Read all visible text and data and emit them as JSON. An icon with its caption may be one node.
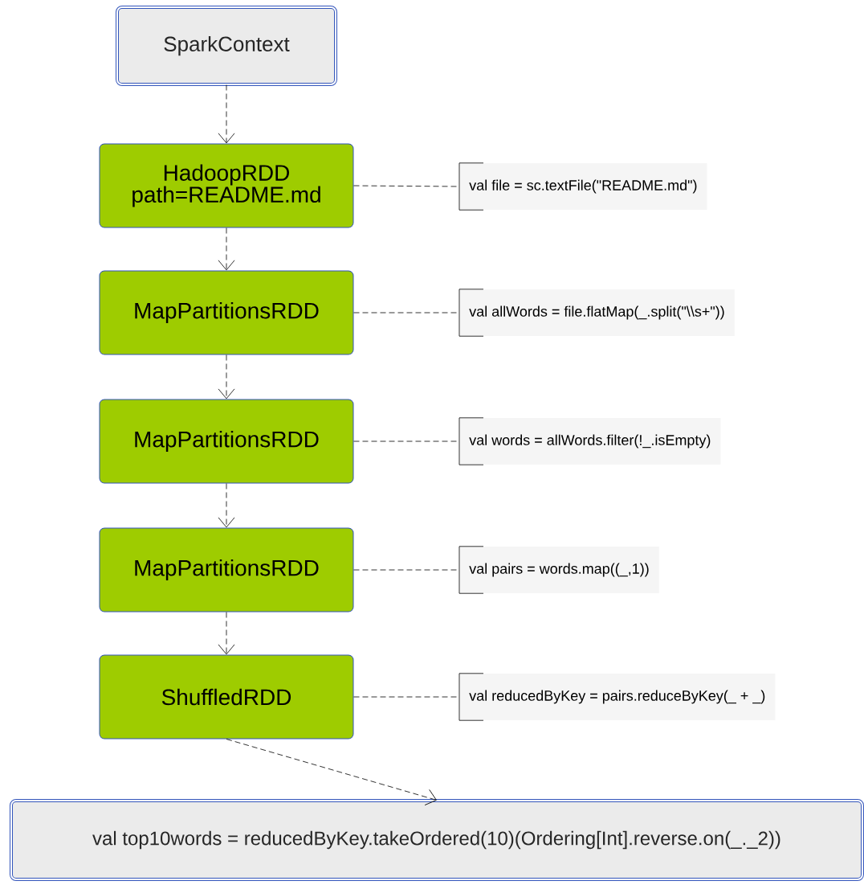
{
  "diagram": {
    "nodes": [
      {
        "text": [
          "SparkContext"
        ]
      },
      {
        "text": [
          "HadoopRDD path=README.md"
        ]
      },
      {
        "text": [
          "MapPartitionsRDD"
        ]
      },
      {
        "text": [
          "MapPartitionsRDD"
        ]
      },
      {
        "text": [
          "MapPartitionsRDD"
        ]
      },
      {
        "text": [
          "ShuffledRDD"
        ]
      },
      {
        "text": [
          "val top10words = reducedByKey.takeOrdered(10)(Ordering[Int].reverse.on(_._2))"
        ]
      },
      {
        "text": [
          "val file = sc.textFile(\"README.md\")"
        ]
      },
      {
        "text": [
          "val allWords = file.flatMap(_.split(\"\\\\s+\"))"
        ]
      },
      {
        "text": [
          "val words = allWords.filter(!_.isEmpty)"
        ]
      },
      {
        "text": [
          "val pairs = words.map((_,1))"
        ]
      },
      {
        "text": [
          "val reducedByKey = pairs.reduceByKey(_ + _)"
        ]
      }
    ],
    "edges": [
      {
        "from": 0,
        "to": 1,
        "arrow": "to",
        "style": "dashed"
      },
      {
        "from": 1,
        "to": 2,
        "arrow": "to",
        "style": "dashed"
      },
      {
        "from": 2,
        "to": 3,
        "arrow": "to",
        "style": "dashed"
      },
      {
        "from": 3,
        "to": 4,
        "arrow": "to",
        "style": "dashed"
      },
      {
        "from": 4,
        "to": 5,
        "arrow": "to",
        "style": "dashed"
      },
      {
        "from": 5,
        "to": 6,
        "arrow": "to",
        "style": "dashed"
      },
      {
        "from": 1,
        "to": 7,
        "arrow": "none",
        "style": "dashed"
      },
      {
        "from": 2,
        "to": 8,
        "arrow": "none",
        "style": "dashed"
      },
      {
        "from": 3,
        "to": 9,
        "arrow": "none",
        "style": "dashed"
      },
      {
        "from": 4,
        "to": 10,
        "arrow": "none",
        "style": "dashed"
      },
      {
        "from": 5,
        "to": 11,
        "arrow": "none",
        "style": "dashed"
      }
    ]
  }
}
